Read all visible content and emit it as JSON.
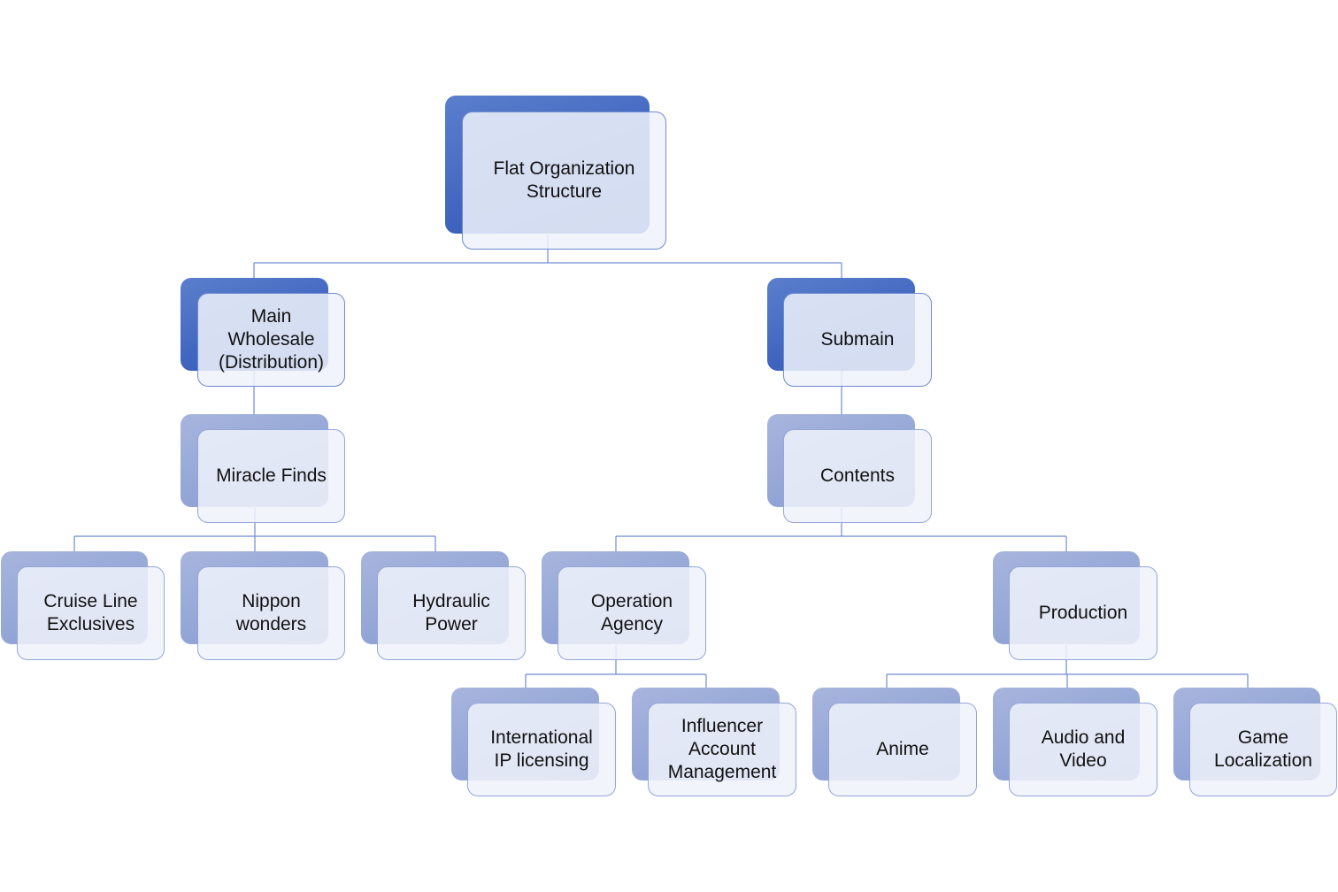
{
  "colors": {
    "connector": "#6f8ccf",
    "box_border": "#6f8ccf",
    "box_fill": "#eff2fa",
    "accent_dark": "#4368c0",
    "accent_light": "#97a8d8"
  },
  "diagram": {
    "root": {
      "label": "Flat Organization\nStructure",
      "children": [
        {
          "label": "Main\nWholesale\n(Distribution)",
          "children": [
            {
              "label": "Miracle Finds",
              "children": [
                {
                  "label": "Cruise Line\nExclusives"
                },
                {
                  "label": "Nippon\nwonders"
                },
                {
                  "label": "Hydraulic\nPower"
                }
              ]
            }
          ]
        },
        {
          "label": "Submain",
          "children": [
            {
              "label": "Contents",
              "children": [
                {
                  "label": "Operation\nAgency",
                  "children": [
                    {
                      "label": "International\nIP licensing"
                    },
                    {
                      "label": "Influencer\nAccount\nManagement"
                    }
                  ]
                },
                {
                  "label": "Production",
                  "children": [
                    {
                      "label": "Anime"
                    },
                    {
                      "label": "Audio and\nVideo"
                    },
                    {
                      "label": "Game\nLocalization"
                    }
                  ]
                }
              ]
            }
          ]
        }
      ]
    }
  }
}
